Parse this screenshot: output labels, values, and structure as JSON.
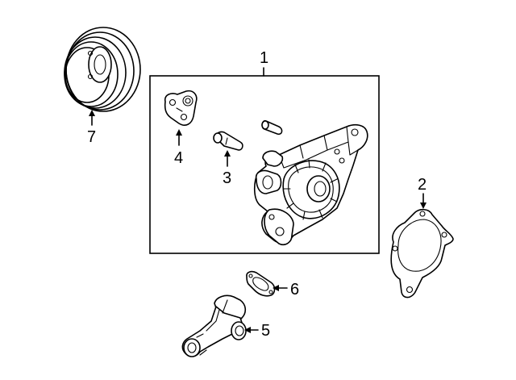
{
  "diagram": {
    "callouts": {
      "water_pump_assembly": "1",
      "gasket": "2",
      "stud": "3",
      "bracket": "4",
      "water_outlet": "5",
      "outlet_gasket": "6",
      "pulley": "7"
    }
  }
}
